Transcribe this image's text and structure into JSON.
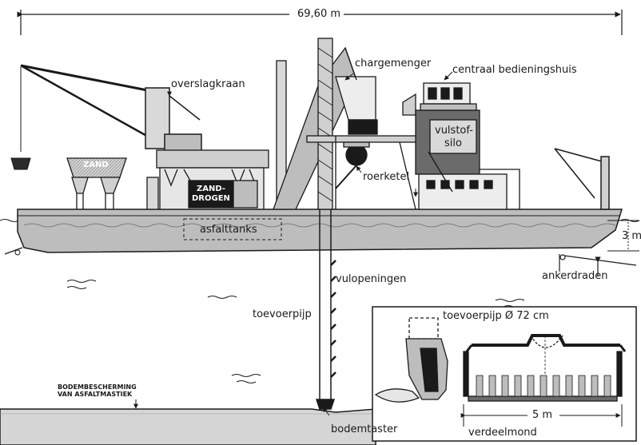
{
  "overall_length": "69,60 m",
  "labels": {
    "overslagkraan": "overslagkraan",
    "chargemenger": "chargemenger",
    "bedieningshuis": "centraal bedieningshuis",
    "vulstofsilo_line1": "vulstof-",
    "vulstofsilo_line2": "silo",
    "zand": "ZAND",
    "zanddrogen_line1": "ZAND-",
    "zanddrogen_line2": "DROGEN",
    "roerketel": "roerketel",
    "asfalttanks": "asfalttanks",
    "draft": "3 m",
    "ankerdraden": "ankerdraden",
    "vulopeningen": "vulopeningen",
    "toevoerpijp": "toevoerpijp",
    "bodembescherming_line1": "BODEMBESCHERMING",
    "bodembescherming_line2": "VAN ASFALTMASTIEK",
    "bodemtaster": "bodemtaster",
    "inset_toevoerpijp": "toevoerpijp  Ø 72  cm",
    "inset_width": "5 m",
    "verdeelmond": "verdeelmond"
  }
}
